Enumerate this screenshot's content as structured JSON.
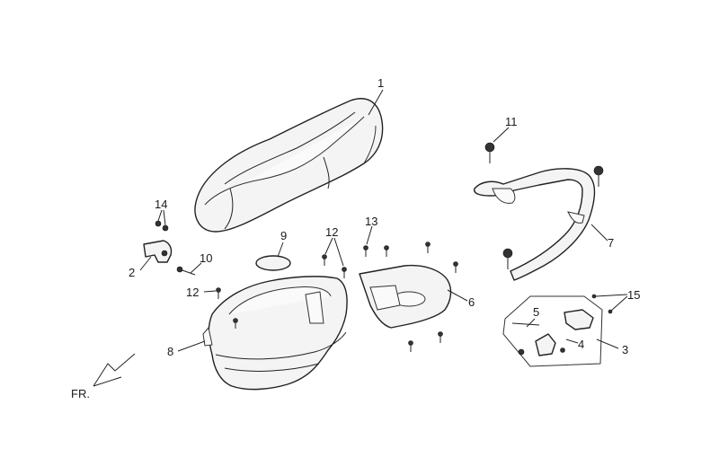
{
  "diagram": {
    "callouts": {
      "c1": "1",
      "c2": "2",
      "c3": "3",
      "c4": "4",
      "c5": "5",
      "c6": "6",
      "c7": "7",
      "c8": "8",
      "c9": "9",
      "c10": "10",
      "c11": "11",
      "c12a": "12",
      "c12b": "12",
      "c13": "13",
      "c14": "14",
      "c15": "15"
    },
    "direction_label": "FR."
  }
}
